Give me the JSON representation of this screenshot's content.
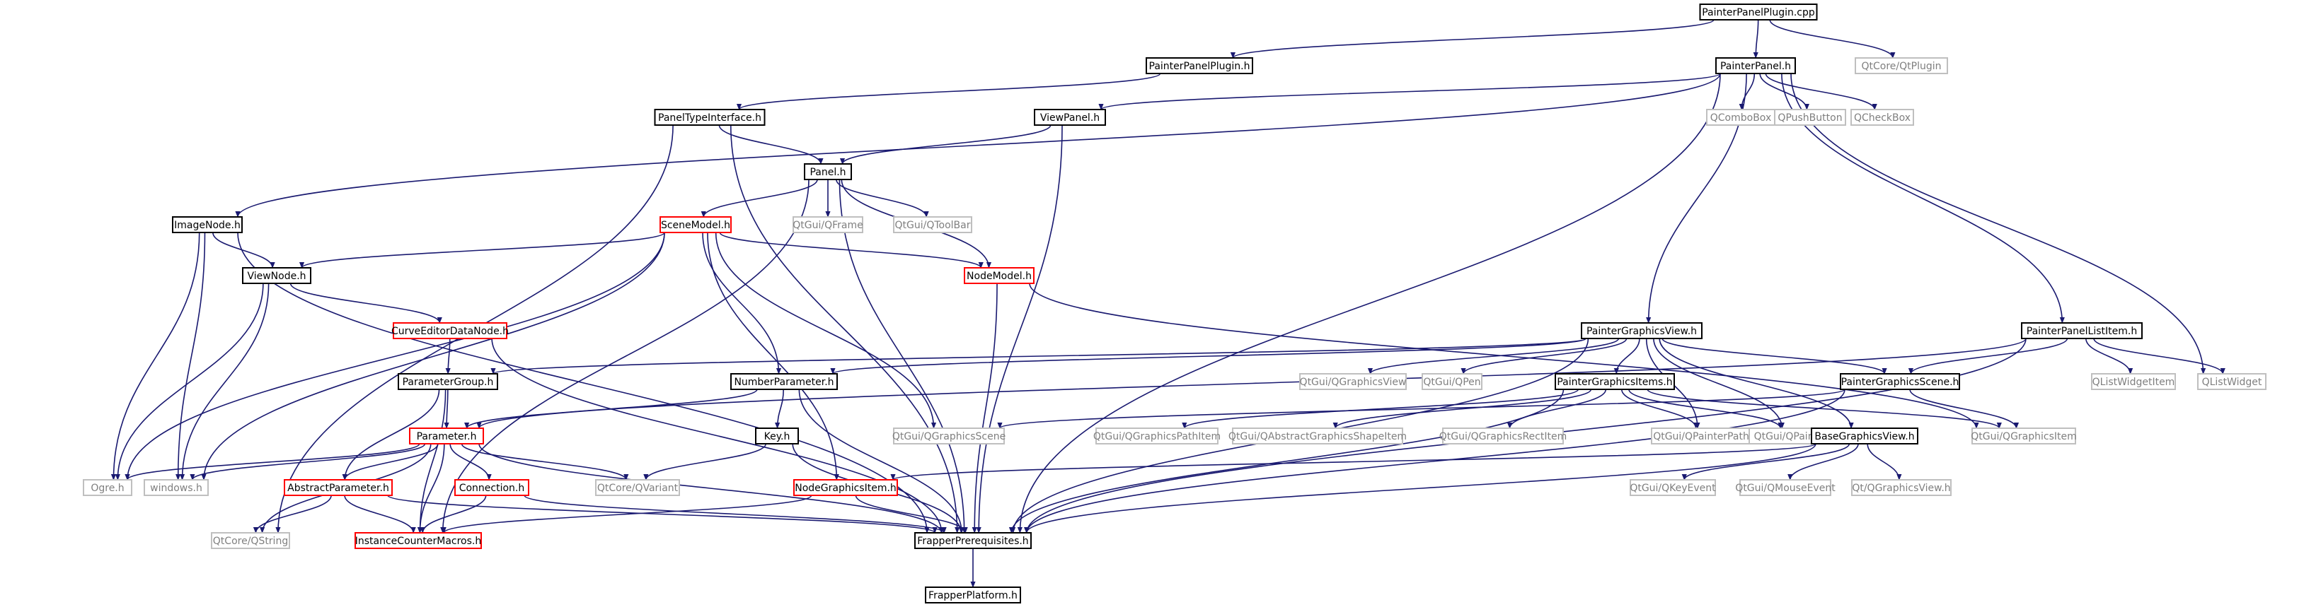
{
  "diagram": {
    "type": "include-dependency-graph",
    "colors": {
      "edge": "#191970",
      "border_documented": "#000000",
      "border_undocumented": "#ff0000",
      "border_external": "#bfbfbf",
      "root_fill": "#bfbfbf",
      "text_documented": "#000000",
      "text_external": "#7f7f7f"
    },
    "nodes": [
      {
        "id": "painterpanelplugin_cpp",
        "label": "PainterPanelPlugin.cpp",
        "kind": "root"
      },
      {
        "id": "painterpanelplugin_h",
        "label": "PainterPanelPlugin.h",
        "kind": "documented"
      },
      {
        "id": "painterpanel_h",
        "label": "PainterPanel.h",
        "kind": "documented"
      },
      {
        "id": "qtplugin",
        "label": "QtCore/QtPlugin",
        "kind": "external"
      },
      {
        "id": "paneltypeinterface_h",
        "label": "PanelTypeInterface.h",
        "kind": "documented"
      },
      {
        "id": "viewpanel_h",
        "label": "ViewPanel.h",
        "kind": "documented"
      },
      {
        "id": "qcombobox",
        "label": "QComboBox",
        "kind": "external"
      },
      {
        "id": "qpushbutton",
        "label": "QPushButton",
        "kind": "external"
      },
      {
        "id": "qcheckbox",
        "label": "QCheckBox",
        "kind": "external"
      },
      {
        "id": "panel_h",
        "label": "Panel.h",
        "kind": "documented"
      },
      {
        "id": "imagenode_h",
        "label": "ImageNode.h",
        "kind": "documented"
      },
      {
        "id": "scenemodel_h",
        "label": "SceneModel.h",
        "kind": "undocumented"
      },
      {
        "id": "qframe",
        "label": "QtGui/QFrame",
        "kind": "external"
      },
      {
        "id": "qtoolbar",
        "label": "QtGui/QToolBar",
        "kind": "external"
      },
      {
        "id": "nodemodel_h",
        "label": "NodeModel.h",
        "kind": "undocumented"
      },
      {
        "id": "viewnode_h",
        "label": "ViewNode.h",
        "kind": "documented"
      },
      {
        "id": "curveeditordatanode_h",
        "label": "CurveEditorDataNode.h",
        "kind": "undocumented"
      },
      {
        "id": "paintergraphicsview_h",
        "label": "PainterGraphicsView.h",
        "kind": "documented"
      },
      {
        "id": "painterpanellistitem_h",
        "label": "PainterPanelListItem.h",
        "kind": "documented"
      },
      {
        "id": "parametergroup_h",
        "label": "ParameterGroup.h",
        "kind": "documented"
      },
      {
        "id": "numberparameter_h",
        "label": "NumberParameter.h",
        "kind": "documented"
      },
      {
        "id": "qgraphicsview",
        "label": "QtGui/QGraphicsView",
        "kind": "external"
      },
      {
        "id": "qpen",
        "label": "QtGui/QPen",
        "kind": "external"
      },
      {
        "id": "paintergraphicsitems_h",
        "label": "PainterGraphicsItems.h",
        "kind": "documented"
      },
      {
        "id": "paintergraphicsscene_h",
        "label": "PainterGraphicsScene.h",
        "kind": "documented"
      },
      {
        "id": "qlistwidgetitem",
        "label": "QListWidgetItem",
        "kind": "external"
      },
      {
        "id": "qlistwidget",
        "label": "QListWidget",
        "kind": "external"
      },
      {
        "id": "parameter_h",
        "label": "Parameter.h",
        "kind": "undocumented"
      },
      {
        "id": "key_h",
        "label": "Key.h",
        "kind": "documented"
      },
      {
        "id": "qgraphicsscene",
        "label": "QtGui/QGraphicsScene",
        "kind": "external"
      },
      {
        "id": "qgraphicspathitem",
        "label": "QtGui/QGraphicsPathItem",
        "kind": "external"
      },
      {
        "id": "qabstractgraphicsshapeitem",
        "label": "QtGui/QAbstractGraphicsShapeItem",
        "kind": "external"
      },
      {
        "id": "qgraphicsrectitem",
        "label": "QtGui/QGraphicsRectItem",
        "kind": "external"
      },
      {
        "id": "qpainterpath",
        "label": "QtGui/QPainterPath",
        "kind": "external"
      },
      {
        "id": "qpainter",
        "label": "QtGui/QPainter",
        "kind": "external"
      },
      {
        "id": "qgraphicsitem",
        "label": "QtGui/QGraphicsItem",
        "kind": "external"
      },
      {
        "id": "ogre_h",
        "label": "Ogre.h",
        "kind": "external"
      },
      {
        "id": "windows_h",
        "label": "windows.h",
        "kind": "external"
      },
      {
        "id": "abstractparameter_h",
        "label": "AbstractParameter.h",
        "kind": "undocumented"
      },
      {
        "id": "connection_h",
        "label": "Connection.h",
        "kind": "undocumented"
      },
      {
        "id": "qvariant",
        "label": "QtCore/QVariant",
        "kind": "external"
      },
      {
        "id": "nodegraphicsitem_h",
        "label": "NodeGraphicsItem.h",
        "kind": "undocumented"
      },
      {
        "id": "basegraphicsview_h",
        "label": "BaseGraphicsView.h",
        "kind": "documented"
      },
      {
        "id": "qkeyevent",
        "label": "QtGui/QKeyEvent",
        "kind": "external"
      },
      {
        "id": "qmouseevent",
        "label": "QtGui/QMouseEvent",
        "kind": "external"
      },
      {
        "id": "qgraphicsview2",
        "label": "Qt/QGraphicsView.h",
        "kind": "external"
      },
      {
        "id": "qstring",
        "label": "QtCore/QString",
        "kind": "external"
      },
      {
        "id": "instancecountermacros_h",
        "label": "InstanceCounterMacros.h",
        "kind": "undocumented"
      },
      {
        "id": "frapperprerequisites_h",
        "label": "FrapperPrerequisites.h",
        "kind": "documented"
      },
      {
        "id": "frapperplatform_h",
        "label": "FrapperPlatform.h",
        "kind": "documented"
      }
    ],
    "edges": [
      [
        "painterpanelplugin_cpp",
        "painterpanelplugin_h"
      ],
      [
        "painterpanelplugin_cpp",
        "painterpanel_h"
      ],
      [
        "painterpanelplugin_cpp",
        "qtplugin"
      ],
      [
        "painterpanelplugin_h",
        "paneltypeinterface_h"
      ],
      [
        "painterpanel_h",
        "imagenode_h"
      ],
      [
        "painterpanel_h",
        "viewpanel_h"
      ],
      [
        "painterpanel_h",
        "qcombobox"
      ],
      [
        "painterpanel_h",
        "qpushbutton"
      ],
      [
        "painterpanel_h",
        "qcheckbox"
      ],
      [
        "painterpanel_h",
        "paintergraphicsview_h"
      ],
      [
        "painterpanel_h",
        "painterpanellistitem_h"
      ],
      [
        "painterpanel_h",
        "qlistwidget"
      ],
      [
        "painterpanel_h",
        "frapperprerequisites_h"
      ],
      [
        "paneltypeinterface_h",
        "panel_h"
      ],
      [
        "paneltypeinterface_h",
        "qstring"
      ],
      [
        "paneltypeinterface_h",
        "frapperprerequisites_h"
      ],
      [
        "viewpanel_h",
        "panel_h"
      ],
      [
        "viewpanel_h",
        "frapperprerequisites_h"
      ],
      [
        "panel_h",
        "scenemodel_h"
      ],
      [
        "panel_h",
        "qframe"
      ],
      [
        "panel_h",
        "qtoolbar"
      ],
      [
        "panel_h",
        "nodemodel_h"
      ],
      [
        "panel_h",
        "instancecountermacros_h"
      ],
      [
        "panel_h",
        "frapperprerequisites_h"
      ],
      [
        "imagenode_h",
        "viewnode_h"
      ],
      [
        "imagenode_h",
        "ogre_h"
      ],
      [
        "imagenode_h",
        "windows_h"
      ],
      [
        "imagenode_h",
        "frapperprerequisites_h"
      ],
      [
        "scenemodel_h",
        "viewnode_h"
      ],
      [
        "scenemodel_h",
        "nodemodel_h"
      ],
      [
        "scenemodel_h",
        "numberparameter_h"
      ],
      [
        "scenemodel_h",
        "qgraphicsscene"
      ],
      [
        "scenemodel_h",
        "nodegraphicsitem_h"
      ],
      [
        "scenemodel_h",
        "ogre_h"
      ],
      [
        "scenemodel_h",
        "windows_h"
      ],
      [
        "nodemodel_h",
        "qgraphicsitem"
      ],
      [
        "nodemodel_h",
        "frapperprerequisites_h"
      ],
      [
        "viewnode_h",
        "curveeditordatanode_h"
      ],
      [
        "viewnode_h",
        "ogre_h"
      ],
      [
        "viewnode_h",
        "windows_h"
      ],
      [
        "curveeditordatanode_h",
        "parametergroup_h"
      ],
      [
        "curveeditordatanode_h",
        "frapperprerequisites_h"
      ],
      [
        "paintergraphicsview_h",
        "parametergroup_h"
      ],
      [
        "paintergraphicsview_h",
        "numberparameter_h"
      ],
      [
        "paintergraphicsview_h",
        "qgraphicsview"
      ],
      [
        "paintergraphicsview_h",
        "qpen"
      ],
      [
        "paintergraphicsview_h",
        "paintergraphicsitems_h"
      ],
      [
        "paintergraphicsview_h",
        "paintergraphicsscene_h"
      ],
      [
        "paintergraphicsview_h",
        "qpainterpath"
      ],
      [
        "paintergraphicsview_h",
        "qpainter"
      ],
      [
        "paintergraphicsview_h",
        "basegraphicsview_h"
      ],
      [
        "paintergraphicsview_h",
        "frapperprerequisites_h"
      ],
      [
        "painterpanellistitem_h",
        "paintergraphicsscene_h"
      ],
      [
        "painterpanellistitem_h",
        "qlistwidgetitem"
      ],
      [
        "painterpanellistitem_h",
        "qlistwidget"
      ],
      [
        "painterpanellistitem_h",
        "parameter_h"
      ],
      [
        "painterpanellistitem_h",
        "frapperprerequisites_h"
      ],
      [
        "parametergroup_h",
        "parameter_h"
      ],
      [
        "parametergroup_h",
        "abstractparameter_h"
      ],
      [
        "parametergroup_h",
        "instancecountermacros_h"
      ],
      [
        "numberparameter_h",
        "parameter_h"
      ],
      [
        "numberparameter_h",
        "key_h"
      ],
      [
        "numberparameter_h",
        "frapperprerequisites_h"
      ],
      [
        "paintergraphicsitems_h",
        "qgraphicspathitem"
      ],
      [
        "paintergraphicsitems_h",
        "qabstractgraphicsshapeitem"
      ],
      [
        "paintergraphicsitems_h",
        "qgraphicsrectitem"
      ],
      [
        "paintergraphicsitems_h",
        "qpainterpath"
      ],
      [
        "paintergraphicsitems_h",
        "qpainter"
      ],
      [
        "paintergraphicsitems_h",
        "qgraphicsitem"
      ],
      [
        "paintergraphicsitems_h",
        "frapperprerequisites_h"
      ],
      [
        "paintergraphicsscene_h",
        "qgraphicsscene"
      ],
      [
        "paintergraphicsscene_h",
        "qgraphicsitem"
      ],
      [
        "paintergraphicsscene_h",
        "frapperprerequisites_h"
      ],
      [
        "parameter_h",
        "ogre_h"
      ],
      [
        "parameter_h",
        "windows_h"
      ],
      [
        "parameter_h",
        "abstractparameter_h"
      ],
      [
        "parameter_h",
        "connection_h"
      ],
      [
        "parameter_h",
        "qvariant"
      ],
      [
        "parameter_h",
        "qstring"
      ],
      [
        "parameter_h",
        "instancecountermacros_h"
      ],
      [
        "parameter_h",
        "frapperprerequisites_h"
      ],
      [
        "key_h",
        "qvariant"
      ],
      [
        "key_h",
        "frapperprerequisites_h"
      ],
      [
        "abstractparameter_h",
        "qstring"
      ],
      [
        "abstractparameter_h",
        "instancecountermacros_h"
      ],
      [
        "abstractparameter_h",
        "frapperprerequisites_h"
      ],
      [
        "connection_h",
        "instancecountermacros_h"
      ],
      [
        "connection_h",
        "frapperprerequisites_h"
      ],
      [
        "nodegraphicsitem_h",
        "instancecountermacros_h"
      ],
      [
        "nodegraphicsitem_h",
        "frapperprerequisites_h"
      ],
      [
        "basegraphicsview_h",
        "nodegraphicsitem_h"
      ],
      [
        "basegraphicsview_h",
        "qkeyevent"
      ],
      [
        "basegraphicsview_h",
        "qmouseevent"
      ],
      [
        "basegraphicsview_h",
        "qgraphicsview2"
      ],
      [
        "basegraphicsview_h",
        "frapperprerequisites_h"
      ],
      [
        "frapperprerequisites_h",
        "frapperplatform_h"
      ]
    ]
  }
}
